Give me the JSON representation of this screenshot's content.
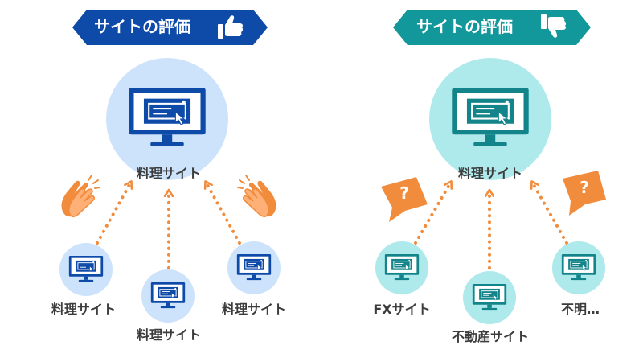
{
  "panels": [
    {
      "id": "good",
      "banner_title": "サイトの評価",
      "banner_color": "#0e4aa8",
      "banner_icon": "thumbs-up-icon",
      "center_label": "料理サイト",
      "center_circle_color": "#cde3fb",
      "satellite_circle_color": "#cde3fb",
      "monitor_color": "#0e4aa8",
      "satellites": [
        {
          "label": "料理サイト"
        },
        {
          "label": "料理サイト"
        },
        {
          "label": "料理サイト"
        }
      ],
      "side_icons": [
        "clapping-hands-icon",
        "clapping-hands-icon"
      ]
    },
    {
      "id": "bad",
      "banner_title": "サイトの評価",
      "banner_color": "#12979b",
      "banner_icon": "thumbs-down-icon",
      "center_label": "料理サイト",
      "center_circle_color": "#aeeaec",
      "satellite_circle_color": "#aeeaec",
      "monitor_color": "#13858a",
      "satellites": [
        {
          "label": "FXサイト"
        },
        {
          "label": "不動産サイト"
        },
        {
          "label": "不明…"
        }
      ],
      "side_icons": [
        "question-bubble-icon",
        "question-bubble-icon"
      ],
      "question_mark": "?"
    }
  ],
  "arrow_color": "#f18c3d"
}
